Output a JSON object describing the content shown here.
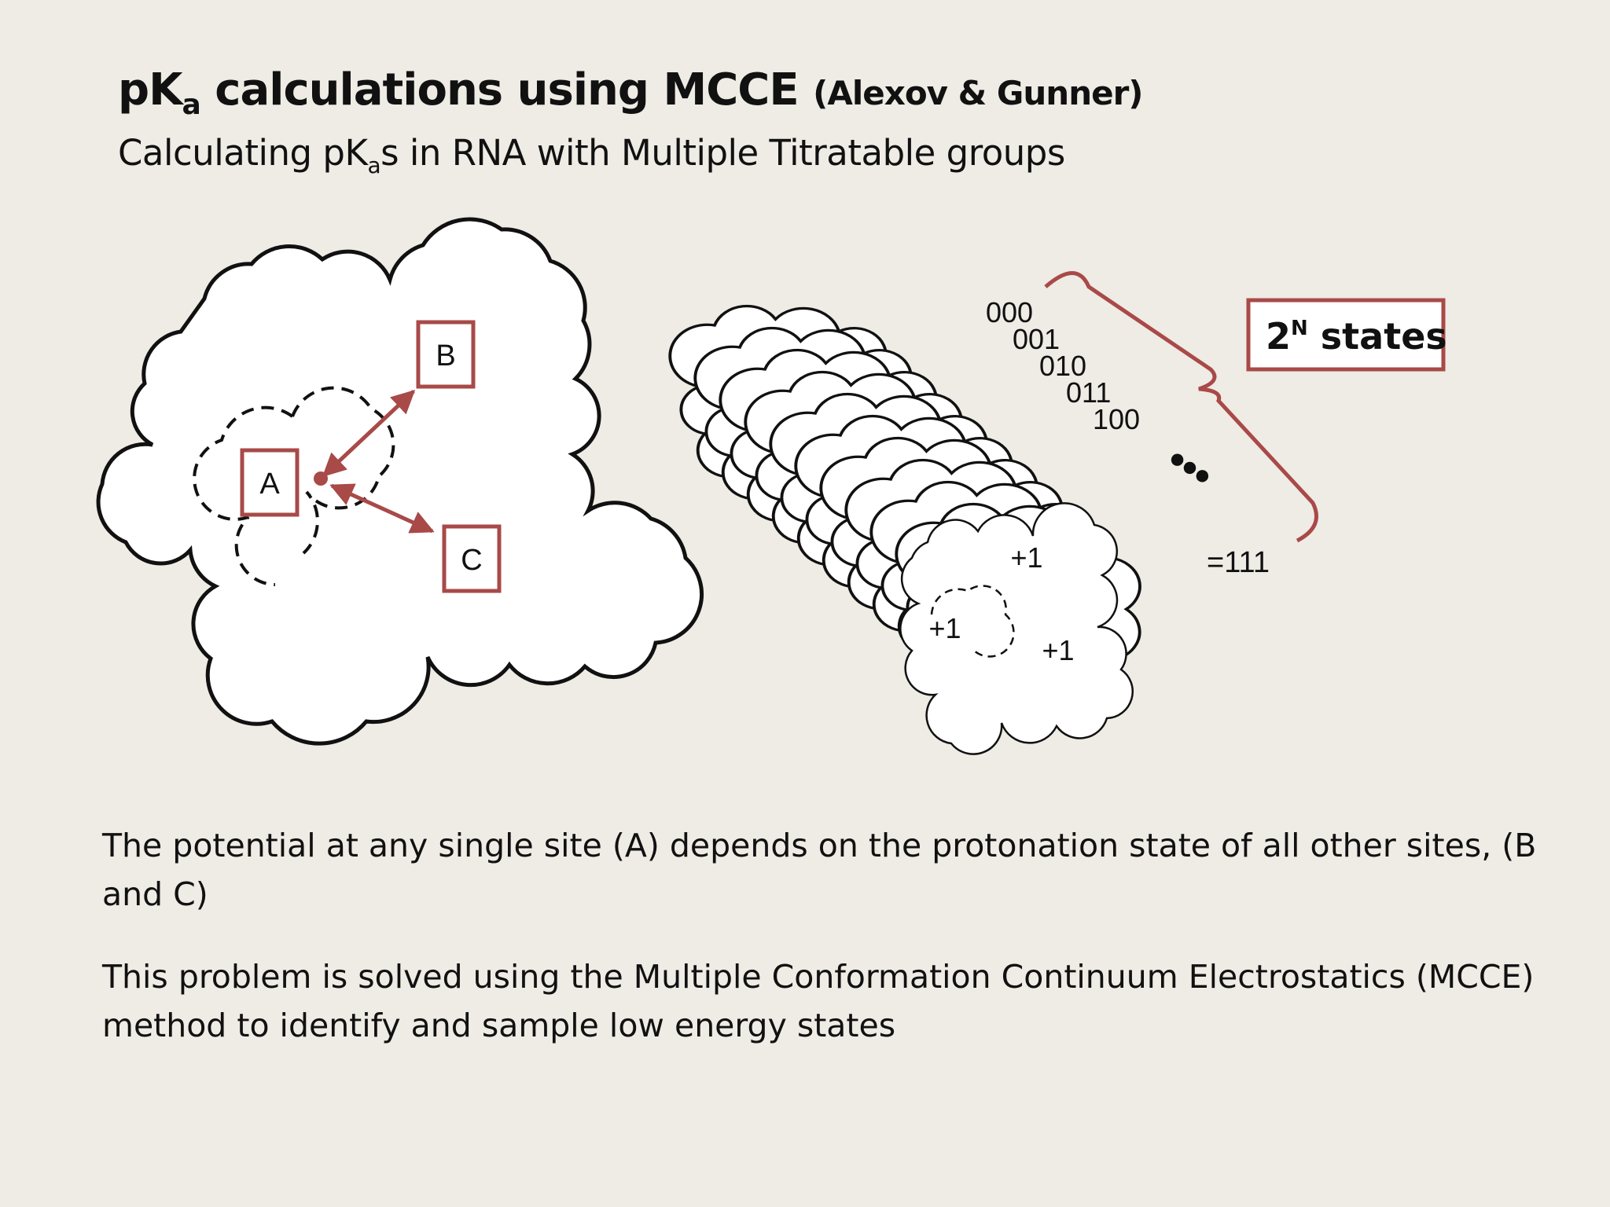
{
  "title": {
    "prefix": "pK",
    "sub": "a",
    "main": " calculations using MCCE ",
    "authors": "(Alexov & Gunner)"
  },
  "subtitle": {
    "prefix": "Calculating pK",
    "sub": "a",
    "suffix": "s in RNA with Multiple Titratable groups"
  },
  "diagram": {
    "sites": [
      "A",
      "B",
      "C"
    ],
    "states_list": [
      "000",
      "001",
      "010",
      "011",
      "100"
    ],
    "ellipsis": "•••",
    "final_state": "=111",
    "charges": [
      "+1",
      "+1",
      "+1"
    ],
    "states_label": {
      "base": "2",
      "sup": "N",
      "text": " states"
    },
    "accent_color": "#a84a48"
  },
  "paragraphs": [
    "The potential at any single site (A) depends on the protonation state of all other sites, (B and C)",
    "This problem is solved using the Multiple Conformation Continuum Electrostatics (MCCE) method to identify and sample low energy states"
  ]
}
